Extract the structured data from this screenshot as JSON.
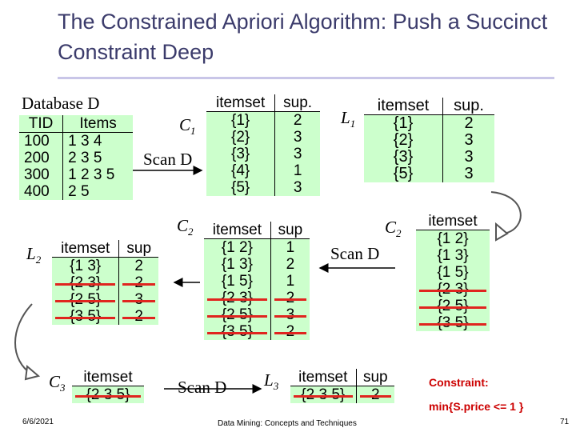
{
  "title": "The Constrained Apriori Algorithm: Push a Succinct Constraint Deep",
  "database_label": "Database D",
  "db_table": {
    "headers": [
      "TID",
      "Items"
    ],
    "rows": [
      [
        "100",
        "1 3 4"
      ],
      [
        "200",
        "2 3 5"
      ],
      [
        "300",
        "1 2 3 5"
      ],
      [
        "400",
        "2 5"
      ]
    ]
  },
  "labels": {
    "c1": "C",
    "c1_sub": "1",
    "scan1": "Scan D",
    "l1": "L",
    "l1_sub": "1",
    "c2a": "C",
    "c2a_sub": "2",
    "c2b": "C",
    "c2b_sub": "2",
    "scan2": "Scan D",
    "l2": "L",
    "l2_sub": "2",
    "c3": "C",
    "c3_sub": "3",
    "scan3": "Scan D",
    "l3": "L",
    "l3_sub": "3"
  },
  "c1_table": {
    "headers": [
      "itemset",
      "sup."
    ],
    "rows": [
      [
        "{1}",
        "2"
      ],
      [
        "{2}",
        "3"
      ],
      [
        "{3}",
        "3"
      ],
      [
        "{4}",
        "1"
      ],
      [
        "{5}",
        "3"
      ]
    ]
  },
  "l1_table": {
    "headers": [
      "itemset",
      "sup."
    ],
    "rows": [
      [
        "{1}",
        "2"
      ],
      [
        "{2}",
        "3"
      ],
      [
        "{3}",
        "3"
      ],
      [
        "{5}",
        "3"
      ]
    ]
  },
  "c2_sup_table": {
    "headers": [
      "itemset",
      "sup"
    ],
    "rows": [
      [
        "{1 2}",
        "1"
      ],
      [
        "{1 3}",
        "2"
      ],
      [
        "{1 5}",
        "1"
      ],
      [
        "{2 3}",
        "2"
      ],
      [
        "{2 5}",
        "3"
      ],
      [
        "{3 5}",
        "2"
      ]
    ]
  },
  "c2_items_table": {
    "headers": [
      "itemset"
    ],
    "rows": [
      "{1 2}",
      "{1 3}",
      "{1 5}",
      "{2 3}",
      "{2 5}",
      "{3 5}"
    ]
  },
  "l2_table": {
    "headers": [
      "itemset",
      "sup"
    ],
    "rows": [
      [
        "{1 3}",
        "2"
      ],
      [
        "{2 3}",
        "2"
      ],
      [
        "{2 5}",
        "3"
      ],
      [
        "{3 5}",
        "2"
      ]
    ]
  },
  "c3_table": {
    "header": "itemset",
    "row": "{2 3 5}"
  },
  "l3_table": {
    "headers": [
      "itemset",
      "sup"
    ],
    "row": [
      "{2 3 5}",
      "2"
    ]
  },
  "constraint": {
    "label": "Constraint:",
    "expr": "min{S.price <= 1 }"
  },
  "footer": {
    "date": "6/6/2021",
    "course": "Data Mining: Concepts and Techniques",
    "page": "71"
  },
  "colors": {
    "title": "#3b3b6b",
    "table_fill": "#ccffcc",
    "strike": "#e0251f",
    "constraint": "#cc0000"
  }
}
